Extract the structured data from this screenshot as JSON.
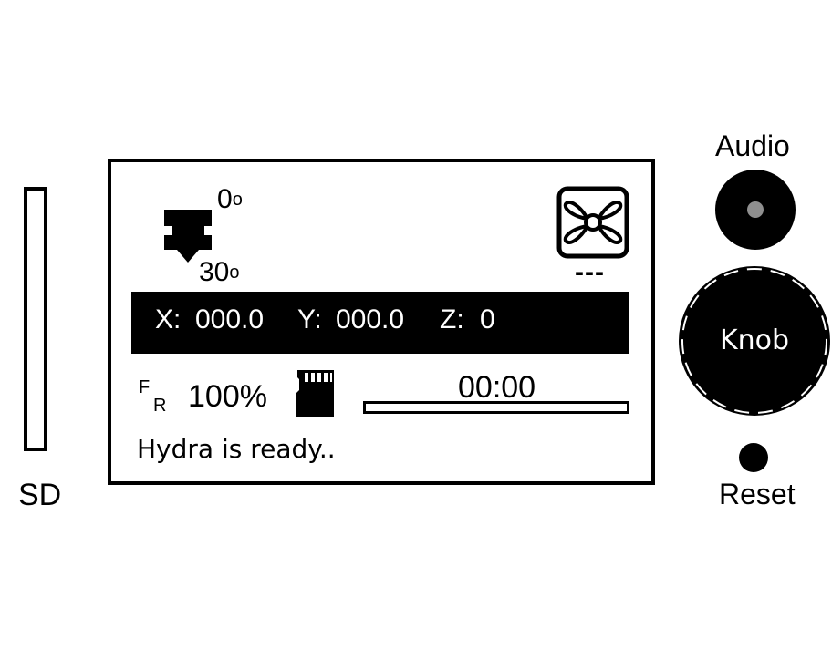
{
  "sd_slot": {
    "label": "SD"
  },
  "lcd": {
    "hotend": {
      "current_temp": "0",
      "target_temp": "30",
      "degree_symbol": "o"
    },
    "fan": {
      "speed": "---"
    },
    "position": {
      "x_label": "X:",
      "x_value": "000.0",
      "y_label": "Y:",
      "y_value": "000.0",
      "z_label": "Z:",
      "z_value": "0"
    },
    "feedrate": {
      "f_label": "F",
      "r_label": "R",
      "value": "100%"
    },
    "print": {
      "elapsed_time": "00:00",
      "progress": 0
    },
    "status_message": "Hydra is ready.."
  },
  "controls": {
    "audio_label": "Audio",
    "knob_label": "Knob",
    "reset_label": "Reset"
  },
  "icons": [
    "hotend-icon",
    "fan-icon",
    "sd-card-icon",
    "speaker-icon"
  ],
  "colors": {
    "background": "#ffffff",
    "foreground": "#000000",
    "speaker_dot": "#8f8f8f"
  }
}
